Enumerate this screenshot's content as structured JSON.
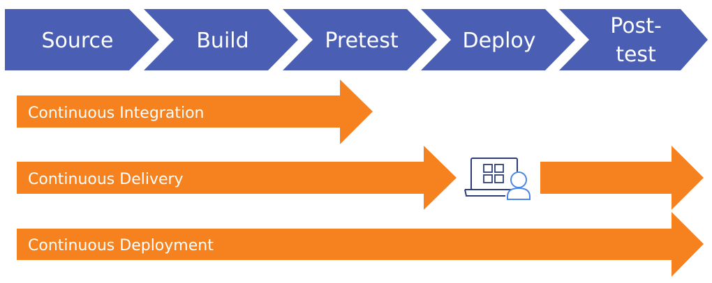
{
  "pipeline": {
    "color": "#4a5fb3",
    "stages": [
      {
        "lines": [
          "Source"
        ]
      },
      {
        "lines": [
          "Build"
        ]
      },
      {
        "lines": [
          "Pretest"
        ]
      },
      {
        "lines": [
          "Deploy"
        ]
      },
      {
        "lines": [
          "Post-",
          "test"
        ]
      }
    ]
  },
  "arrows": {
    "color": "#f5821f",
    "integration": "Continuous Integration",
    "delivery": "Continuous Delivery",
    "deployment": "Continuous Deployment"
  },
  "approval_icon": {
    "name": "computer-with-user-icon",
    "color": "#2d3c74",
    "user_color": "#4a86e8"
  }
}
